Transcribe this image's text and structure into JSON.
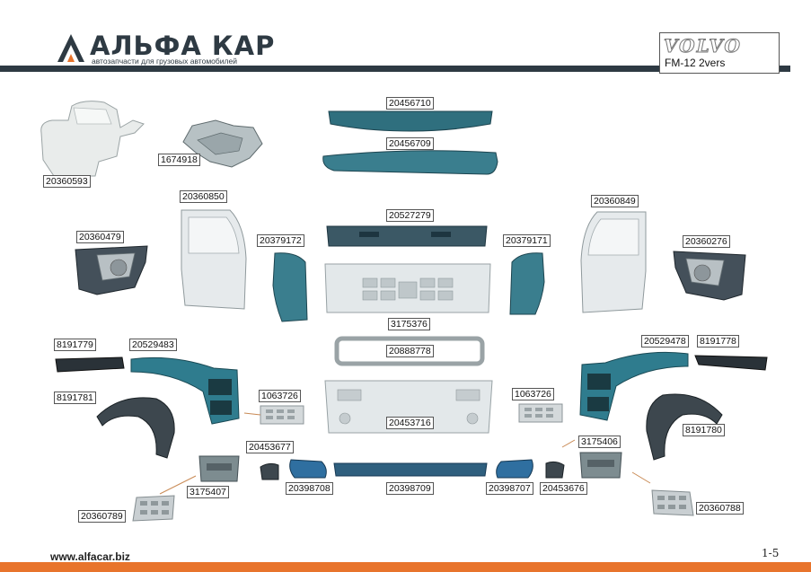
{
  "header": {
    "logo_text": "АЛЬФА КАР",
    "logo_subtitle": "автозапчасти для грузовых автомобилей",
    "brand": "VOLVO",
    "model": "FM-12 2vers"
  },
  "parts": [
    {
      "id": "p01",
      "number": "20456710"
    },
    {
      "id": "p02",
      "number": "20456709"
    },
    {
      "id": "p03",
      "number": "1674918"
    },
    {
      "id": "p04",
      "number": "20360593"
    },
    {
      "id": "p05",
      "number": "20360850"
    },
    {
      "id": "p06",
      "number": "20360849"
    },
    {
      "id": "p07",
      "number": "20360479"
    },
    {
      "id": "p08",
      "number": "20379172"
    },
    {
      "id": "p09",
      "number": "20527279"
    },
    {
      "id": "p10",
      "number": "20379171"
    },
    {
      "id": "p11",
      "number": "20360276"
    },
    {
      "id": "p12",
      "number": "3175376"
    },
    {
      "id": "p13",
      "number": "8191779"
    },
    {
      "id": "p14",
      "number": "20529483"
    },
    {
      "id": "p15",
      "number": "20888778"
    },
    {
      "id": "p16",
      "number": "20529478"
    },
    {
      "id": "p17",
      "number": "8191778"
    },
    {
      "id": "p18",
      "number": "8191781"
    },
    {
      "id": "p19",
      "number": "1063726"
    },
    {
      "id": "p20",
      "number": "1063726"
    },
    {
      "id": "p21",
      "number": "20453716"
    },
    {
      "id": "p22",
      "number": "8191780"
    },
    {
      "id": "p23",
      "number": "20453677"
    },
    {
      "id": "p24",
      "number": "3175406"
    },
    {
      "id": "p25",
      "number": "3175407"
    },
    {
      "id": "p26",
      "number": "20398708"
    },
    {
      "id": "p27",
      "number": "20398709"
    },
    {
      "id": "p28",
      "number": "20398707"
    },
    {
      "id": "p29",
      "number": "20453676"
    },
    {
      "id": "p30",
      "number": "20360789"
    },
    {
      "id": "p31",
      "number": "20360788"
    }
  ],
  "footer": {
    "website": "www.alfacar.biz",
    "page_number": "1-5"
  },
  "colors": {
    "header_bar": "#2e3a43",
    "footer_bar": "#e8742c",
    "logo_accent": "#e8742c",
    "part_blue": "#2f7c8e",
    "part_grey": "#dfe4e6"
  }
}
